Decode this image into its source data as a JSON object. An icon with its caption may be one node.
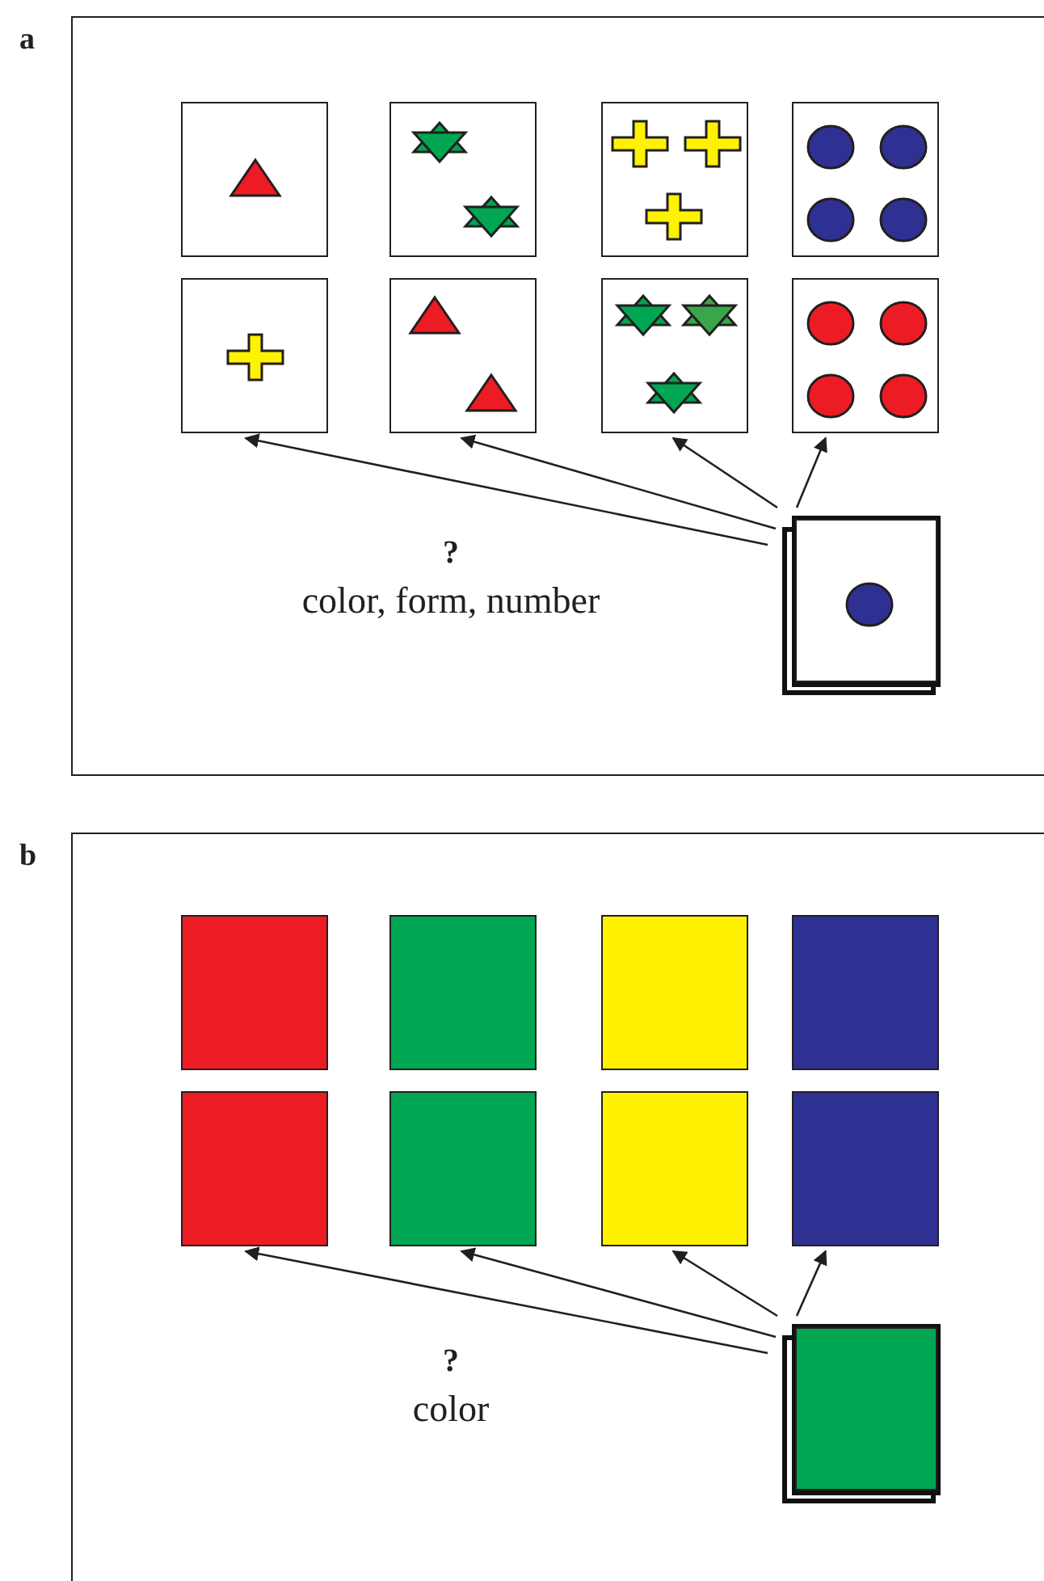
{
  "diagram": {
    "nodes": [
      {
        "text": [
          "a"
        ]
      },
      {
        "text": [],
        "shape": "picture",
        "in": 0
      },
      {
        "text": [],
        "shape": "picture",
        "in": 0
      },
      {
        "text": [],
        "shape": "picture",
        "in": 0
      },
      {
        "text": [],
        "shape": "picture",
        "in": 0
      },
      {
        "text": [],
        "shape": "picture",
        "in": 0
      },
      {
        "text": [],
        "shape": "picture",
        "in": 0
      },
      {
        "text": [],
        "shape": "picture",
        "in": 0
      },
      {
        "text": [],
        "shape": "picture",
        "in": 0
      },
      {
        "text": [],
        "shape": "picture",
        "in": 0
      },
      {
        "text": [
          "b"
        ]
      },
      {
        "text": [],
        "shape": "box",
        "in": 10
      },
      {
        "text": [],
        "shape": "box",
        "in": 10
      },
      {
        "text": [],
        "shape": "box",
        "in": 10
      },
      {
        "text": [],
        "shape": "box",
        "in": 10
      },
      {
        "text": [],
        "shape": "box",
        "in": 10
      },
      {
        "text": [],
        "shape": "box",
        "in": 10
      },
      {
        "text": [],
        "shape": "box",
        "in": 10
      },
      {
        "text": [],
        "shape": "box",
        "in": 10
      },
      {
        "text": [],
        "shape": "box",
        "in": 10
      }
    ],
    "edges": [
      {
        "from": 9,
        "to": 5,
        "arrow": "to"
      },
      {
        "from": 9,
        "to": 6,
        "arrow": "to"
      },
      {
        "from": 9,
        "to": 7,
        "arrow": "to"
      },
      {
        "from": 9,
        "to": 8,
        "arrow": "to"
      },
      {
        "from": 19,
        "to": 15,
        "arrow": "to"
      },
      {
        "from": 19,
        "to": 16,
        "arrow": "to"
      },
      {
        "from": 19,
        "to": 17,
        "arrow": "to"
      },
      {
        "from": 19,
        "to": 18,
        "arrow": "to"
      }
    ],
    "labels": [
      "?",
      "color, form, number",
      "?",
      "color"
    ]
  }
}
